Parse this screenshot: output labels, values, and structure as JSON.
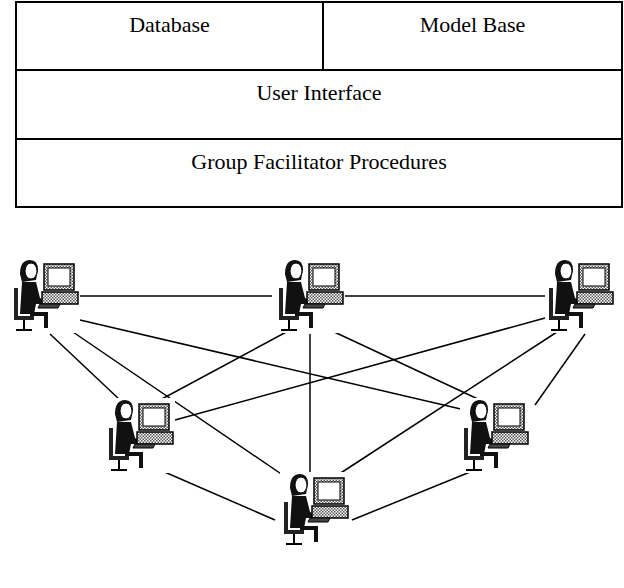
{
  "diagram": {
    "nodes": [
      {
        "text": [
          "Database"
        ]
      },
      {
        "text": [
          "Model Base"
        ]
      },
      {
        "text": [
          "User Interface"
        ]
      },
      {
        "text": [
          "Group Facilitator Procedures"
        ]
      }
    ]
  }
}
